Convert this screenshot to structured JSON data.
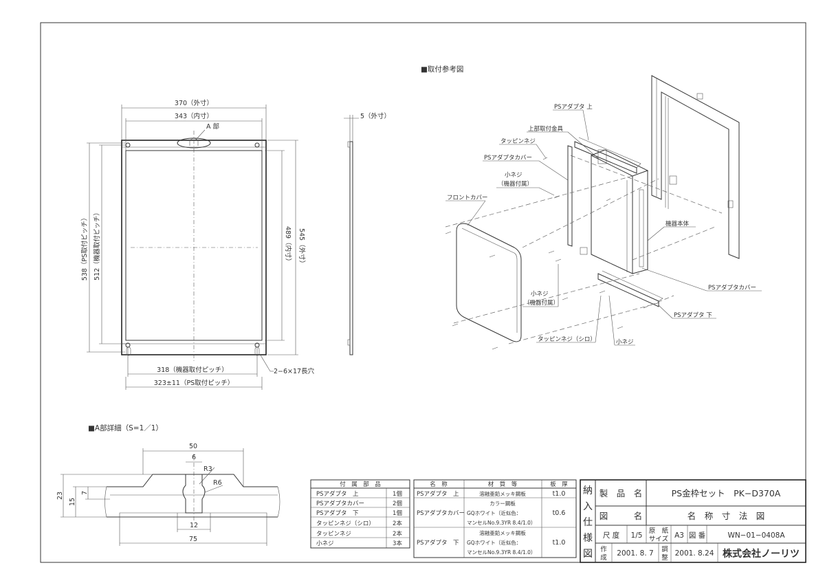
{
  "front_view": {
    "dim_outer_width": "370（外寸）",
    "dim_inner_width": "343（内寸）",
    "part_a_label": "A 部",
    "dim_ps_pitch_v": "538（PS取付ピッチ）",
    "dim_device_pitch_v": "512（機器取付ピッチ）",
    "dim_inner_height": "489（内寸）",
    "dim_outer_height": "545（外寸）",
    "dim_device_pitch_h": "318（機器取付ピッチ）",
    "dim_ps_pitch_h": "323±11（PS取付ピッチ）",
    "slot_note": "2−6×17長穴"
  },
  "side_view": {
    "dim_depth": "5（外寸）"
  },
  "install": {
    "heading": "■取付参考図",
    "labels": {
      "ps_adapter_top": "PSアダプタ 上",
      "upper_bracket": "上部取付金具",
      "tapping_screw": "タッピンネジ",
      "ps_adapter_cover": "PSアダプタカバー",
      "small_screw_1": "小ネジ",
      "small_screw_1_note": "（機器付属）",
      "front_cover": "フロントカバー",
      "unit_body": "機器本体",
      "small_screw_2": "小ネジ",
      "small_screw_2_note": "（機器付属）",
      "ps_adapter_cover_2": "PSアダプタカバー",
      "ps_adapter_bottom": "PSアダプタ 下",
      "tapping_screw_shiro": "タッピンネジ（シロ）",
      "small_screw_3": "小ネジ"
    }
  },
  "detail": {
    "heading": "■A部詳細（S=1／1）",
    "dim_50": "50",
    "dim_6": "6",
    "dim_r3": "R3",
    "dim_r6": "R6",
    "dim_23": "23",
    "dim_15": "15",
    "dim_7": "7",
    "dim_12": "12",
    "dim_75": "75"
  },
  "parts_table": {
    "header": "付　属　部　品",
    "rows": [
      {
        "name": "PSアダプタ　上",
        "qty": "1個"
      },
      {
        "name": "PSアダプタカバー",
        "qty": "2個"
      },
      {
        "name": "PSアダプタ　下",
        "qty": "1個"
      },
      {
        "name": "タッピンネジ（シロ）",
        "qty": "2本"
      },
      {
        "name": "タッピンネジ",
        "qty": "2本"
      },
      {
        "name": "小ネジ",
        "qty": "3本"
      }
    ]
  },
  "materials_table": {
    "headers": {
      "name": "名　称",
      "material": "材　質　等",
      "thickness": "板　厚"
    },
    "rows": [
      {
        "name": "PSアダプタ　上",
        "material": [
          "溶融亜鉛メッキ鋼板"
        ],
        "thickness": "t1.0"
      },
      {
        "name": "PSアダプタカバー",
        "material": [
          "カラー鋼板",
          "GQホワイト（近似色：",
          "マンセルNo.9.3YR 8.4/1.0）"
        ],
        "thickness": "t0.6"
      },
      {
        "name": "PSアダプタ　下",
        "material": [
          "溶融亜鉛メッキ鋼板",
          "GQホワイト（近似色：",
          "マンセルNo.9.3YR 8.4/1.0）"
        ],
        "thickness": "t1.0"
      }
    ]
  },
  "title_block": {
    "vertical": [
      "納",
      "入",
      "仕",
      "様",
      "図"
    ],
    "product_label": "製　品　名",
    "product_value": "PS金枠セット　PK−D370A",
    "drawing_label": "図　　　名",
    "drawing_value": "名　称　寸　法　図",
    "scale_label": "尺 度",
    "scale_value": "1/5",
    "paper_label_1": "原　紙",
    "paper_label_2": "サイズ",
    "paper_value": "A3",
    "number_label": "図 番",
    "number_value": "WN−01−0408A",
    "made_label_1": "作",
    "made_label_2": "成",
    "made_value": "2001. 8. 7",
    "checked_label_1": "調",
    "checked_label_2": "整",
    "checked_value": "2001. 8.24",
    "company": "株式会社ノーリツ"
  }
}
